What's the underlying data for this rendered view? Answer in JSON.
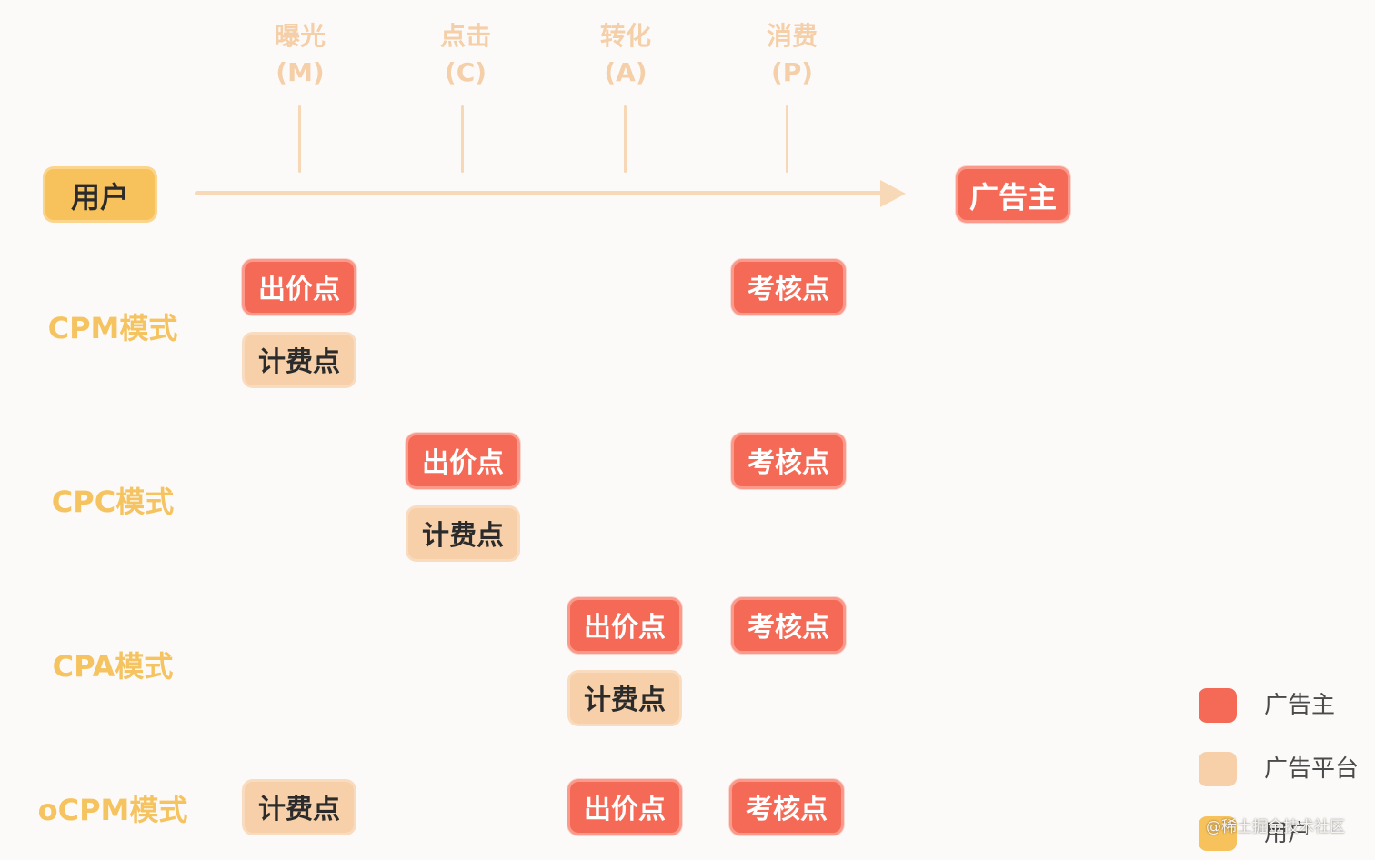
{
  "stages": [
    {
      "name": "曝光",
      "abbr": "(M)"
    },
    {
      "name": "点击",
      "abbr": "(C)"
    },
    {
      "name": "转化",
      "abbr": "(A)"
    },
    {
      "name": "消费",
      "abbr": "(P)"
    }
  ],
  "flow": {
    "start_label": "用户",
    "end_label": "广告主"
  },
  "modes": [
    {
      "label": "CPM模式",
      "bid_label": "出价点",
      "billing_label": "计费点",
      "check_label": "考核点"
    },
    {
      "label": "CPC模式",
      "bid_label": "出价点",
      "billing_label": "计费点",
      "check_label": "考核点"
    },
    {
      "label": "CPA模式",
      "bid_label": "出价点",
      "billing_label": "计费点",
      "check_label": "考核点"
    },
    {
      "label": "oCPM模式",
      "bid_label": "出价点",
      "billing_label": "计费点",
      "check_label": "考核点"
    }
  ],
  "legend": [
    {
      "label": "广告主",
      "color": "#f46a57"
    },
    {
      "label": "广告平台",
      "color": "#f7d0a9"
    },
    {
      "label": "用户",
      "color": "#f7c25b"
    }
  ],
  "watermark": "@稀土掘金技术社区"
}
